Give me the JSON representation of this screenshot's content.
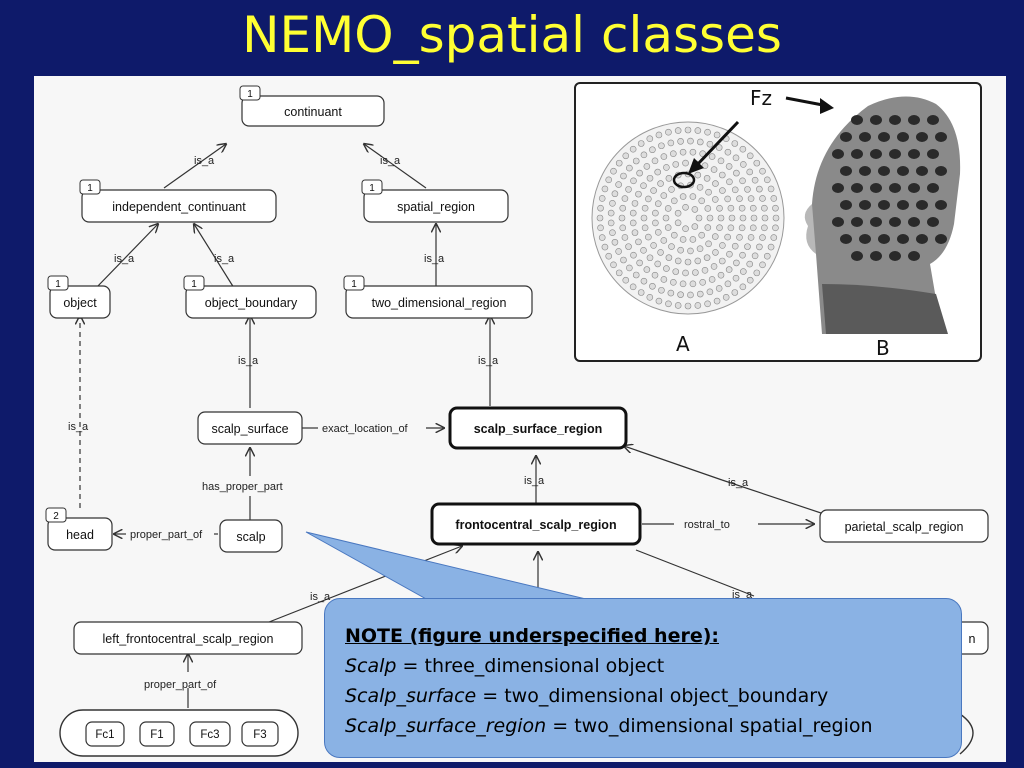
{
  "slide": {
    "title": "NEMO_spatial classes"
  },
  "diagram": {
    "nodes": {
      "continuant": {
        "label": "continuant",
        "badge": "1"
      },
      "independent_continuant": {
        "label": "independent_continuant",
        "badge": "1"
      },
      "spatial_region": {
        "label": "spatial_region",
        "badge": "1"
      },
      "object": {
        "label": "object",
        "badge": "1"
      },
      "object_boundary": {
        "label": "object_boundary",
        "badge": "1"
      },
      "two_dimensional_region": {
        "label": "two_dimensional_region",
        "badge": "1"
      },
      "scalp_surface": {
        "label": "scalp_surface"
      },
      "scalp_surface_region": {
        "label": "scalp_surface_region"
      },
      "head": {
        "label": "head",
        "badge": "2"
      },
      "scalp": {
        "label": "scalp"
      },
      "frontocentral_scalp_region": {
        "label": "frontocentral_scalp_region"
      },
      "parietal_scalp_region": {
        "label": "parietal_scalp_region"
      },
      "left_frontocentral_scalp_region": {
        "label": "left_frontocentral_scalp_region"
      },
      "right_partial": {
        "label": "n"
      }
    },
    "edge_labels": {
      "is_a": "is_a",
      "exact_location_of": "exact_location_of",
      "has_proper_part": "has_proper_part",
      "proper_part_of": "proper_part_of",
      "rostral_to": "rostral_to",
      "is_a_partial": "is_a"
    },
    "electrodes": [
      "Fc1",
      "F1",
      "Fc3",
      "F3"
    ]
  },
  "figure": {
    "fz_label": "Fz",
    "label_a": "A",
    "label_b": "B"
  },
  "note": {
    "header": "NOTE (figure underspecified here):",
    "line1_term": "Scalp",
    "line1_rest": " = three_dimensional object",
    "line2_term": "Scalp_surface",
    "line2_rest": " = two_dimensional object_boundary",
    "line3_term": "Scalp_surface_region",
    "line3_rest": " = two_dimensional spatial_region"
  }
}
